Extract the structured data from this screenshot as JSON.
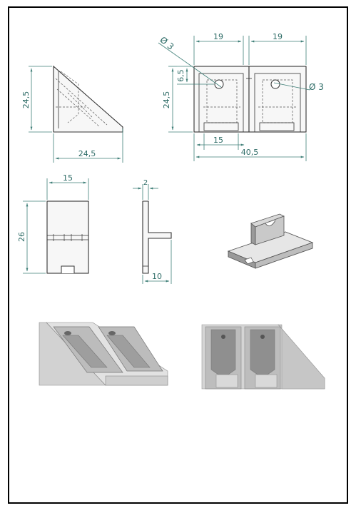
{
  "colors": {
    "frame": "#000000",
    "dimension": "#3f7f78",
    "part_outline": "#333333",
    "render_light": "#e3e3e3",
    "render_mid": "#bdbdbd",
    "render_dark": "#8a8a8a"
  },
  "side_view": {
    "height_label": "24,5",
    "width_label": "24,5"
  },
  "front_view": {
    "width_left_label": "19",
    "width_right_label": "19",
    "hole_offset_label": "6,5",
    "height_label": "24,5",
    "inner_width_label": "15",
    "total_width_label": "40,5",
    "hole_diameter_left_label": "Ø 3",
    "hole_diameter_right_label": "Ø 3"
  },
  "plate_view": {
    "width_label": "15",
    "height_label": "26"
  },
  "profile_view": {
    "thickness_label": "2",
    "length_label": "10"
  }
}
